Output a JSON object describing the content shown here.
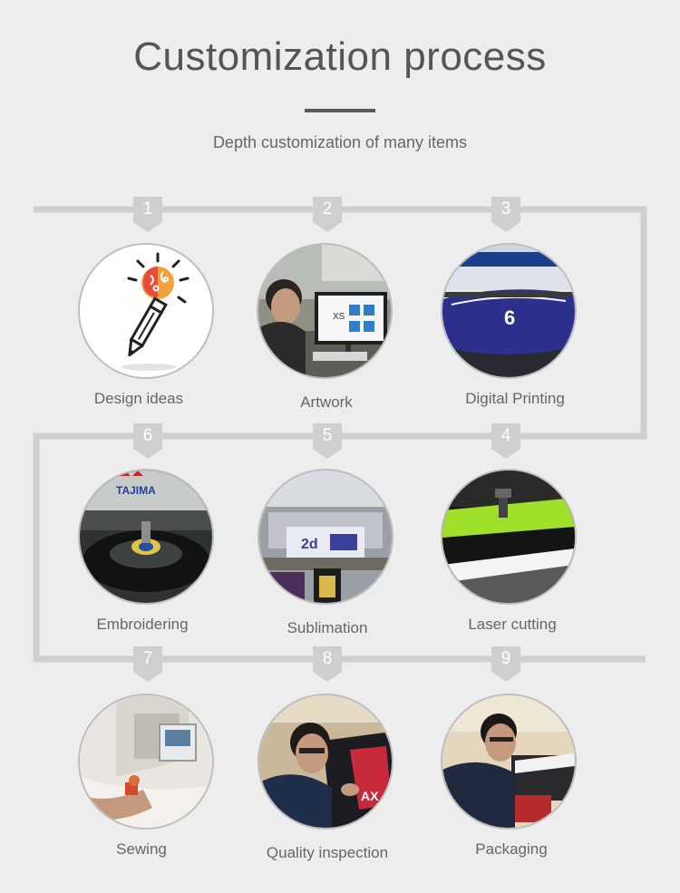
{
  "header": {
    "title": "Customization process",
    "subtitle": "Depth customization of many items"
  },
  "colors": {
    "background": "#ededed",
    "connector": "#cfcfcf",
    "title": "#555555"
  },
  "steps": [
    {
      "number": "1",
      "label": "Design ideas",
      "icon": "lightbulb-pencil-icon"
    },
    {
      "number": "2",
      "label": "Artwork",
      "icon": "designer-at-computer-photo"
    },
    {
      "number": "3",
      "label": "Digital Printing",
      "icon": "large-format-printer-photo"
    },
    {
      "number": "4",
      "label": "Laser cutting",
      "icon": "laser-cutter-photo"
    },
    {
      "number": "5",
      "label": "Sublimation",
      "icon": "sublimation-workshop-photo"
    },
    {
      "number": "6",
      "label": "Embroidering",
      "icon": "embroidery-machine-photo"
    },
    {
      "number": "7",
      "label": "Sewing",
      "icon": "sewing-machine-photo"
    },
    {
      "number": "8",
      "label": "Quality inspection",
      "icon": "quality-inspection-photo"
    },
    {
      "number": "9",
      "label": "Packaging",
      "icon": "packaging-photo"
    }
  ],
  "photo_text": {
    "embroidery_brand": "TAJIMA",
    "artwork_screen_text": "XS"
  }
}
